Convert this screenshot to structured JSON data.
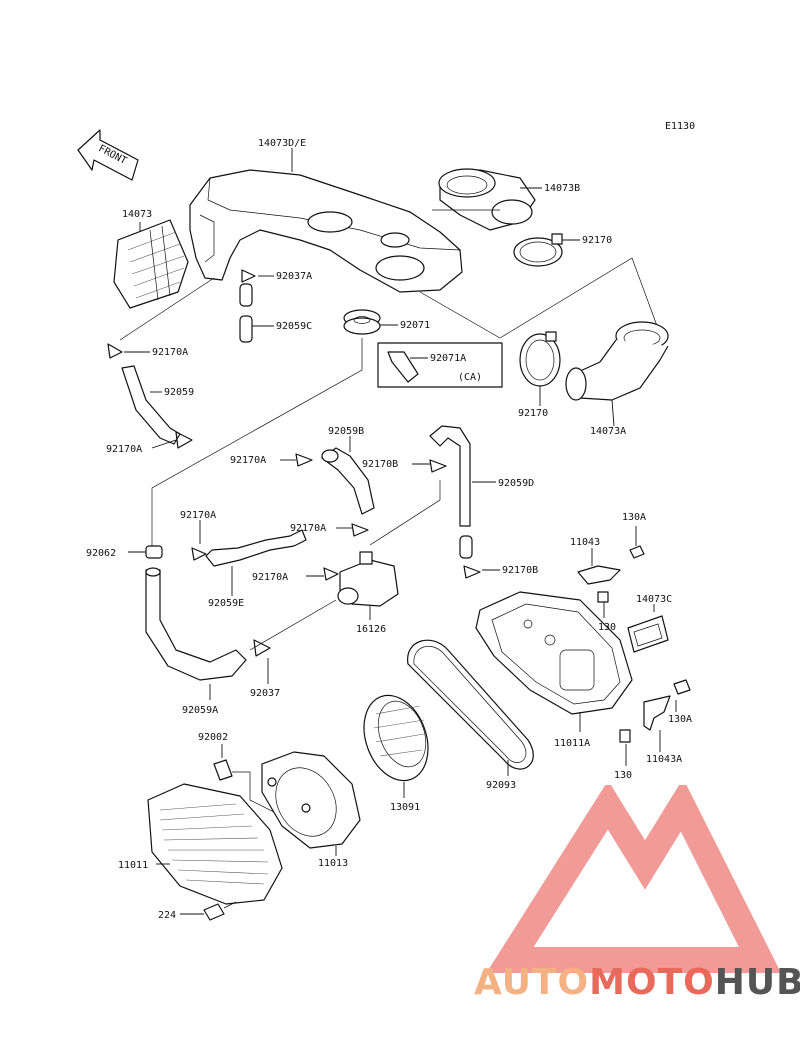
{
  "diagram": {
    "code": "E1130",
    "front_marker": "FRONT",
    "parts": {
      "p14073de": "14073D/E",
      "p14073": "14073",
      "p14073b": "14073B",
      "p92170_top": "92170",
      "p92037a": "92037A",
      "p92059c": "92059C",
      "p92071": "92071",
      "p92071a": "92071A",
      "ca": "(CA)",
      "p92170a_1": "92170A",
      "p92059": "92059",
      "p92170a_2": "92170A",
      "p92170_mid": "92170",
      "p14073a": "14073A",
      "p92059b": "92059B",
      "p92170a_3": "92170A",
      "p92170b_1": "92170B",
      "p92059d": "92059D",
      "p92170a_4": "92170A",
      "p92170a_5": "92170A",
      "p92062": "92062",
      "p92170b_2": "92170B",
      "p11043": "11043",
      "p130a_1": "130A",
      "p92170a_6": "92170A",
      "p92059e": "92059E",
      "p16126": "16126",
      "p14073c": "14073C",
      "p130_1": "130",
      "p92037": "92037",
      "p92059a": "92059A",
      "p11011a": "11011A",
      "p130a_2": "130A",
      "p11043a": "11043A",
      "p130_2": "130",
      "p92002": "92002",
      "p13091": "13091",
      "p92093": "92093",
      "p11011": "11011",
      "p11013": "11013",
      "p224": "224"
    }
  },
  "watermark": {
    "brand_a": "AUTO",
    "brand_b": "MOTO",
    "brand_c": "HUB",
    "colors": {
      "auto": "#f4b183",
      "moto": "#e86a5a",
      "hub": "#555555",
      "logo": "#f08a84"
    }
  }
}
